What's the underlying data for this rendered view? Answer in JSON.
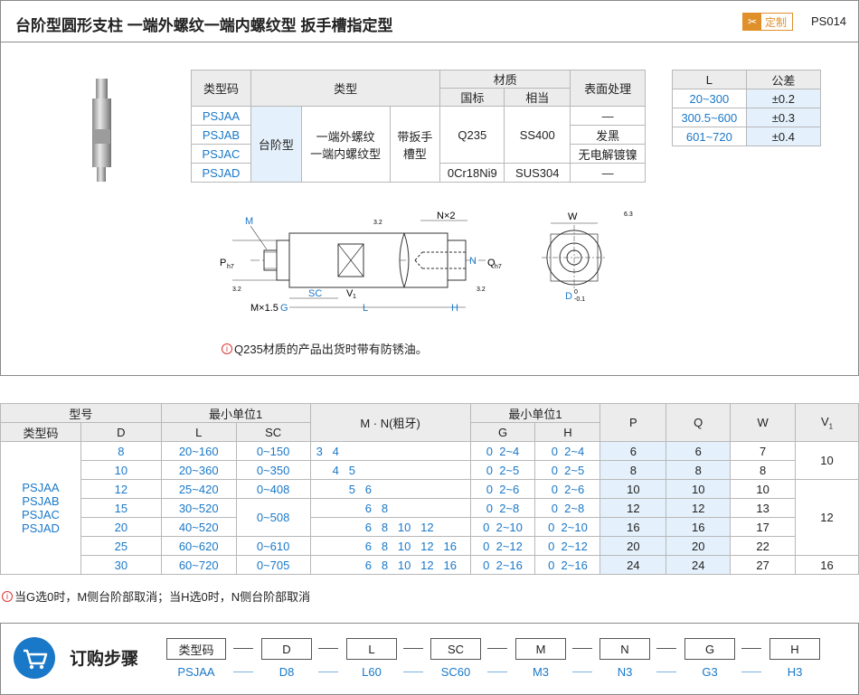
{
  "header": {
    "title": "台阶型圆形支柱  一端外螺纹一端内螺纹型  扳手槽指定型",
    "badge": "定制",
    "badge_icon": "scissors-icon",
    "code": "PS014"
  },
  "spec_table": {
    "h_code": "类型码",
    "h_type": "类型",
    "h_material": "材质",
    "h_std": "国标",
    "h_equiv": "相当",
    "h_surface": "表面处理",
    "codes": [
      "PSJAA",
      "PSJAB",
      "PSJAC",
      "PSJAD"
    ],
    "type1": "台阶型",
    "type2_line1": "一端外螺纹",
    "type2_line2": "一端内螺纹型",
    "type3_line1": "带扳手",
    "type3_line2": "槽型",
    "mat1": "Q235",
    "equiv1": "SS400",
    "mat2": "0Cr18Ni9",
    "equiv2": "SUS304",
    "surface": [
      "—",
      "发黑",
      "无电解镀镍",
      "—"
    ]
  },
  "tol_table": {
    "h_l": "L",
    "h_tol": "公差",
    "rows": [
      {
        "l": "20~300",
        "tol": "±0.2"
      },
      {
        "l": "300.5~600",
        "tol": "±0.3"
      },
      {
        "l": "601~720",
        "tol": "±0.4"
      }
    ]
  },
  "drawing": {
    "M": "M",
    "N": "N",
    "P": "P",
    "P_sub": "h7",
    "Q": "Q",
    "Q_sub": "h7",
    "SC": "SC",
    "V1": "V",
    "V1_sub": "1",
    "L": "L",
    "H": "H",
    "G": "G",
    "Mx": "M×1.5",
    "Nx2": "N×2",
    "W": "W",
    "D": "D",
    "D_tol_top": "0",
    "D_tol_bot": "-0.1",
    "rough1": "3.2",
    "rough2": "3.2",
    "rough3": "3.2",
    "rough4": "6.3"
  },
  "note1": "Q235材质的产品出货时带有防锈油。",
  "size_table": {
    "h_model": "型号",
    "h_min1": "最小单位1",
    "h_mn": "M · N(粗牙)",
    "h_min2": "最小单位1",
    "h_P": "P",
    "h_Q": "Q",
    "h_W": "W",
    "h_V1": "V",
    "h_V1_sub": "1",
    "h_code": "类型码",
    "h_D": "D",
    "h_L": "L",
    "h_SC": "SC",
    "h_G": "G",
    "h_H": "H",
    "codes": [
      "PSJAA",
      "PSJAB",
      "PSJAC",
      "PSJAD"
    ],
    "rows": [
      {
        "D": "8",
        "L": "20~160",
        "SC": "0~150",
        "MN": "3   4",
        "G": "0  2~4",
        "H": "0  2~4",
        "P": "6",
        "Q": "6",
        "W": "7"
      },
      {
        "D": "10",
        "L": "20~360",
        "SC": "0~350",
        "MN": "     4   5",
        "G": "0  2~5",
        "H": "0  2~5",
        "P": "8",
        "Q": "8",
        "W": "8"
      },
      {
        "D": "12",
        "L": "25~420",
        "SC": "0~408",
        "MN": "          5   6",
        "G": "0  2~6",
        "H": "0  2~6",
        "P": "10",
        "Q": "10",
        "W": "10"
      },
      {
        "D": "15",
        "L": "30~520",
        "SC": "0~508",
        "MN": "               6   8",
        "G": "0  2~8",
        "H": "0  2~8",
        "P": "12",
        "Q": "12",
        "W": "13"
      },
      {
        "D": "20",
        "L": "40~520",
        "SC": "",
        "MN": "               6   8   10   12",
        "G": "0  2~10",
        "H": "0  2~10",
        "P": "16",
        "Q": "16",
        "W": "17"
      },
      {
        "D": "25",
        "L": "60~620",
        "SC": "0~610",
        "MN": "               6   8   10   12   16",
        "G": "0  2~12",
        "H": "0  2~12",
        "P": "20",
        "Q": "20",
        "W": "22"
      },
      {
        "D": "30",
        "L": "60~720",
        "SC": "0~705",
        "MN": "               6   8   10   12   16",
        "G": "0  2~16",
        "H": "0  2~16",
        "P": "24",
        "Q": "24",
        "W": "27"
      }
    ],
    "v1": [
      "10",
      "12",
      "16"
    ]
  },
  "note2": "当G选0时，M侧台阶部取消；当H选0时，N侧台阶部取消",
  "order": {
    "title": "订购步骤",
    "icon": "cart-icon",
    "labels": [
      "类型码",
      "D",
      "L",
      "SC",
      "M",
      "N",
      "G",
      "H"
    ],
    "values": [
      "PSJAA",
      "D8",
      "L60",
      "SC60",
      "M3",
      "N3",
      "G3",
      "H3"
    ]
  },
  "colors": {
    "accent": "#1a78c8",
    "light_blue": "#e4f0fb",
    "header_gray": "#ececec",
    "badge": "#e0902a"
  }
}
